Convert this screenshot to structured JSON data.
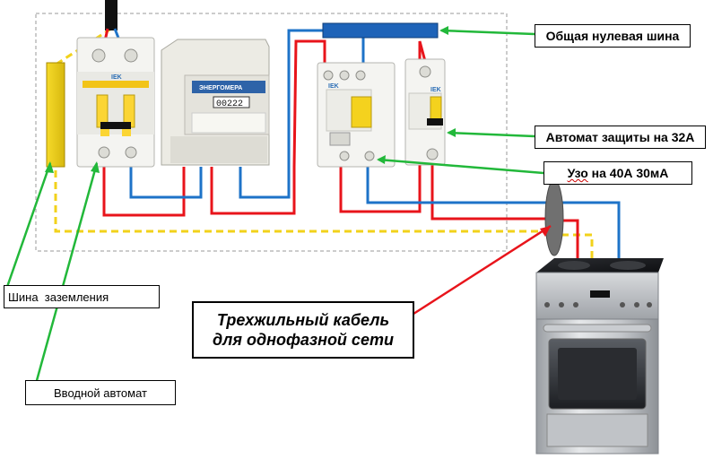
{
  "labels": {
    "neutral_bus": "Общая нулевая шина",
    "breaker_32a": "Автомат защиты на 32А",
    "rcd_word": "Узо",
    "rcd_rest": " на 40А 30мА",
    "ground_bus": "Шина  заземления",
    "input_breaker": "Вводной автомат",
    "cable_line1": "Трехжильный кабель",
    "cable_line2": "для однофазной сети"
  },
  "device_text": {
    "meter_digits": "00222",
    "meter_brand": "ЭНЕРГОМЕРА",
    "breaker_brand": "IEK",
    "rcd_brand": "IEK"
  },
  "colors": {
    "phase": "#e8141b",
    "neutral": "#1e73c8",
    "earth": "#f2d21b",
    "pointer": "#22b83a",
    "frame": "#9a9a9a"
  }
}
